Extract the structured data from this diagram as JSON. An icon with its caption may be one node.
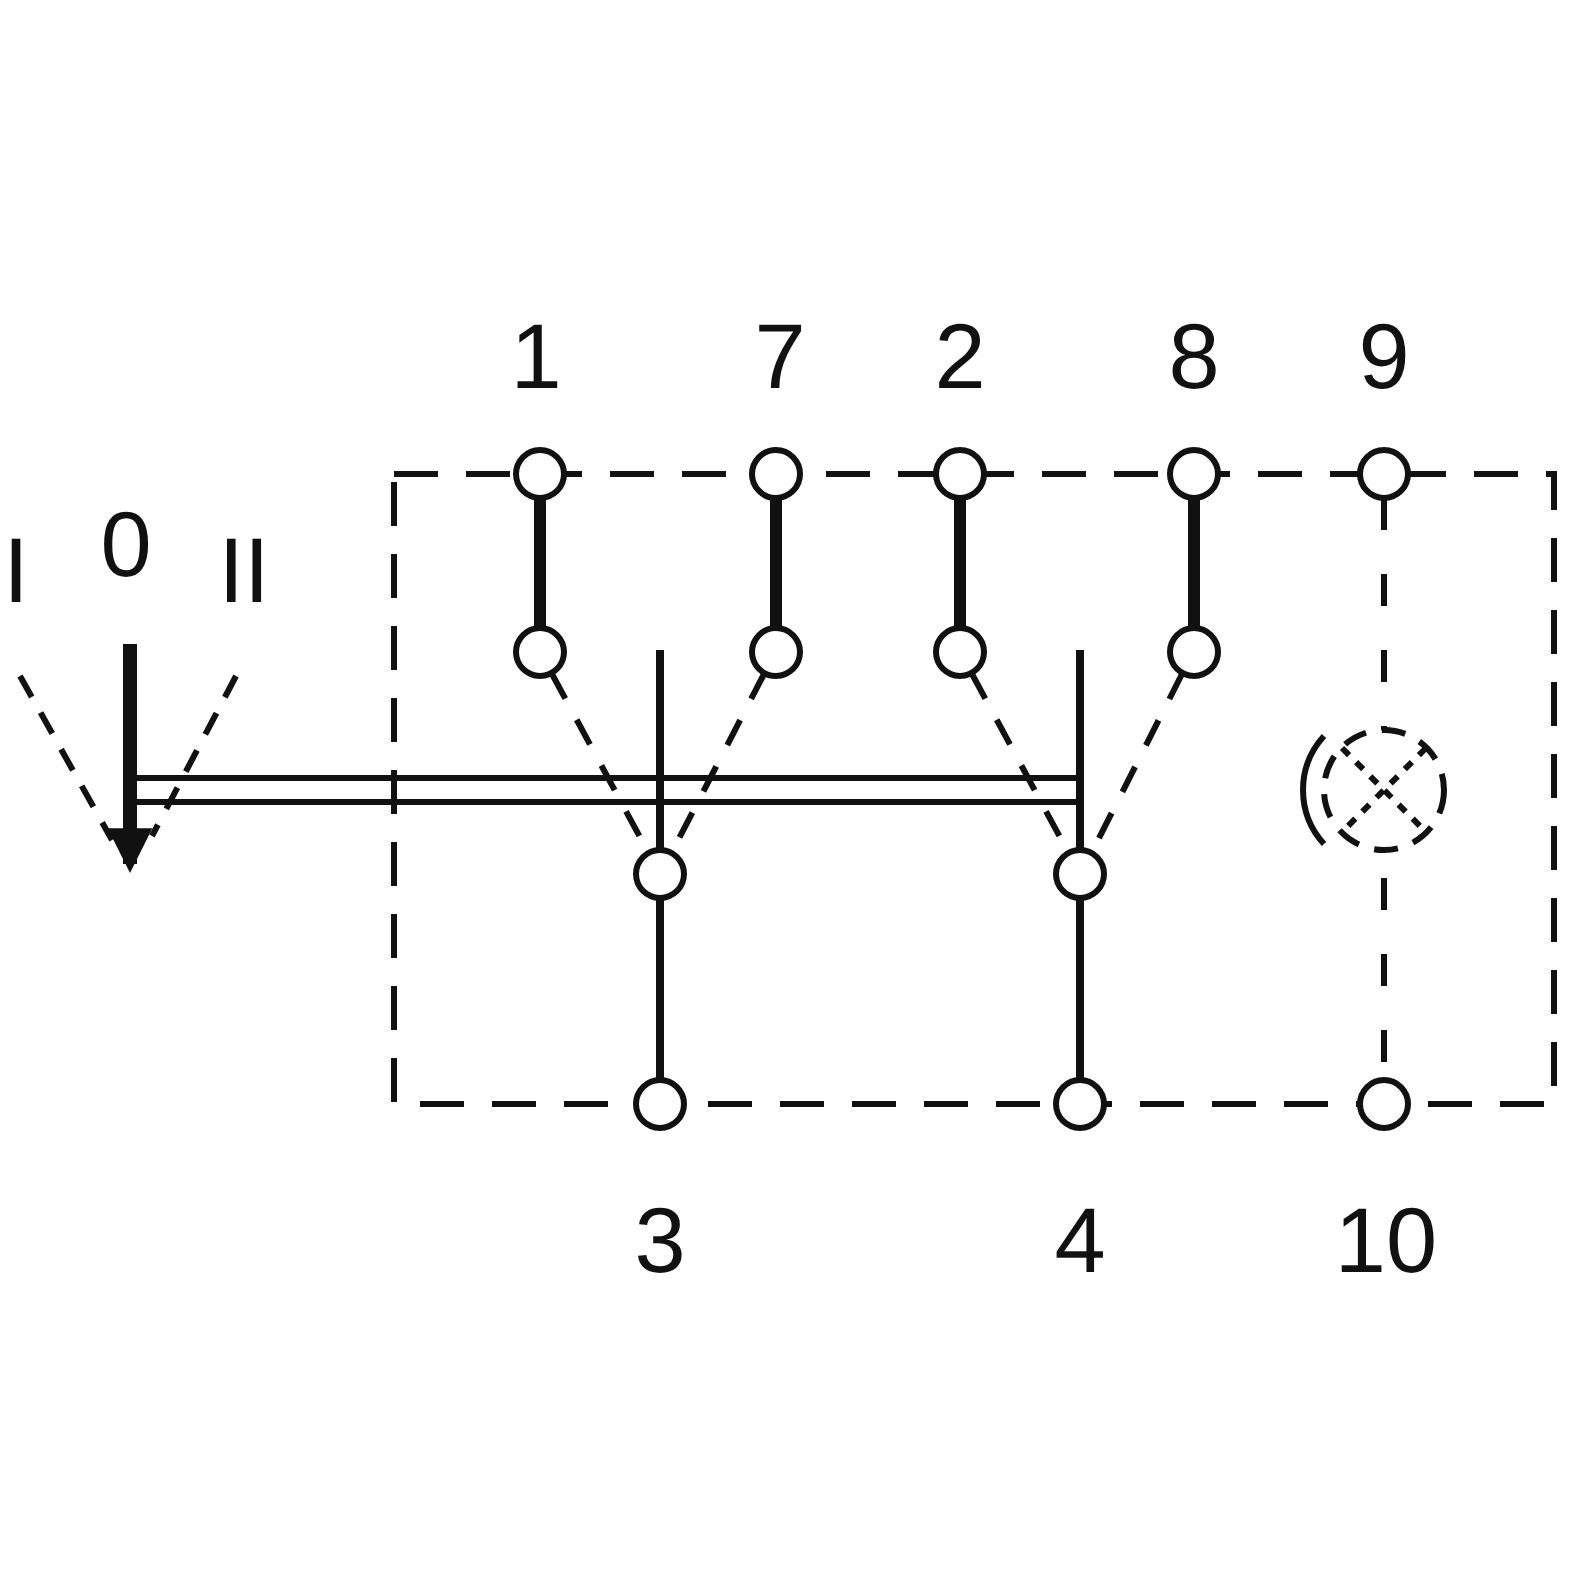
{
  "diagram": {
    "labels": [
      "1",
      "7",
      "2",
      "8",
      "9",
      "I",
      "0",
      "II",
      "3",
      "4",
      "10"
    ]
  }
}
